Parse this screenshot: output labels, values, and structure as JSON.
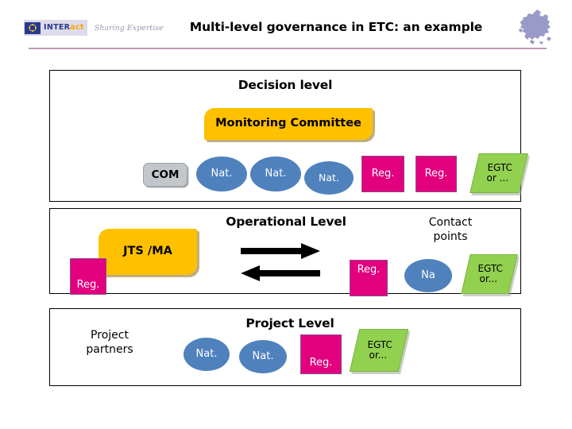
{
  "header": {
    "logo_word_part1": "INTER",
    "logo_word_part2": "act",
    "logo_tagline": "Sharing Expertise",
    "title": "Multi-level governance in ETC: an example",
    "eu_map_icon": "europe-map-icon",
    "eu_flag_icon": "eu-flag-icon"
  },
  "diagram": {
    "sections": [
      {
        "id": "decision",
        "title": "Decision level",
        "highlight_box": "Monitoring Committee",
        "nodes": [
          {
            "label": "COM",
            "type": "rounded-rect",
            "color": "#C3C7CC"
          },
          {
            "label": "Nat.",
            "type": "ellipse",
            "color": "#4F81BD"
          },
          {
            "label": "Nat.",
            "type": "ellipse",
            "color": "#4F81BD"
          },
          {
            "label": "Nat.",
            "type": "ellipse",
            "color": "#4F81BD"
          },
          {
            "label": "Reg.",
            "type": "rect",
            "color": "#E2007E"
          },
          {
            "label": "Reg.",
            "type": "rect",
            "color": "#E2007E"
          },
          {
            "label": "EGTC or ...",
            "type": "parallelogram",
            "color": "#92D050",
            "line1": "EGTC",
            "line2": "or ..."
          }
        ]
      },
      {
        "id": "operational",
        "title": "Operational Level",
        "side_label": "Contact\npoints",
        "highlight_box": "JTS /MA",
        "nodes": [
          {
            "label": "Reg.",
            "type": "rect",
            "color": "#E2007E"
          },
          {
            "label": "Reg.",
            "type": "rect",
            "color": "#E2007E"
          },
          {
            "label": "Na",
            "type": "ellipse",
            "color": "#4F81BD"
          },
          {
            "label": "EGTC or...",
            "type": "parallelogram",
            "color": "#92D050",
            "line1": "EGTC",
            "line2": "or..."
          }
        ],
        "arrows": [
          {
            "direction": "right",
            "name": "arrow-right"
          },
          {
            "direction": "left",
            "name": "arrow-left"
          }
        ]
      },
      {
        "id": "project",
        "title": "Project Level",
        "side_label": "Project\npartners",
        "nodes": [
          {
            "label": "Nat.",
            "type": "ellipse",
            "color": "#4F81BD"
          },
          {
            "label": "Nat.",
            "type": "ellipse",
            "color": "#4F81BD"
          },
          {
            "label": "Reg.",
            "type": "rect",
            "color": "#E2007E"
          },
          {
            "label": "EGTC or...",
            "type": "parallelogram",
            "color": "#92D050",
            "line1": "EGTC",
            "line2": "or..."
          }
        ]
      }
    ]
  },
  "colors": {
    "accent_yellow": "#FFC000",
    "accent_blue": "#4F81BD",
    "accent_magenta": "#E2007E",
    "accent_green": "#92D050",
    "accent_gray": "#C3C7CC",
    "rule_purple": "#C09AB4"
  }
}
